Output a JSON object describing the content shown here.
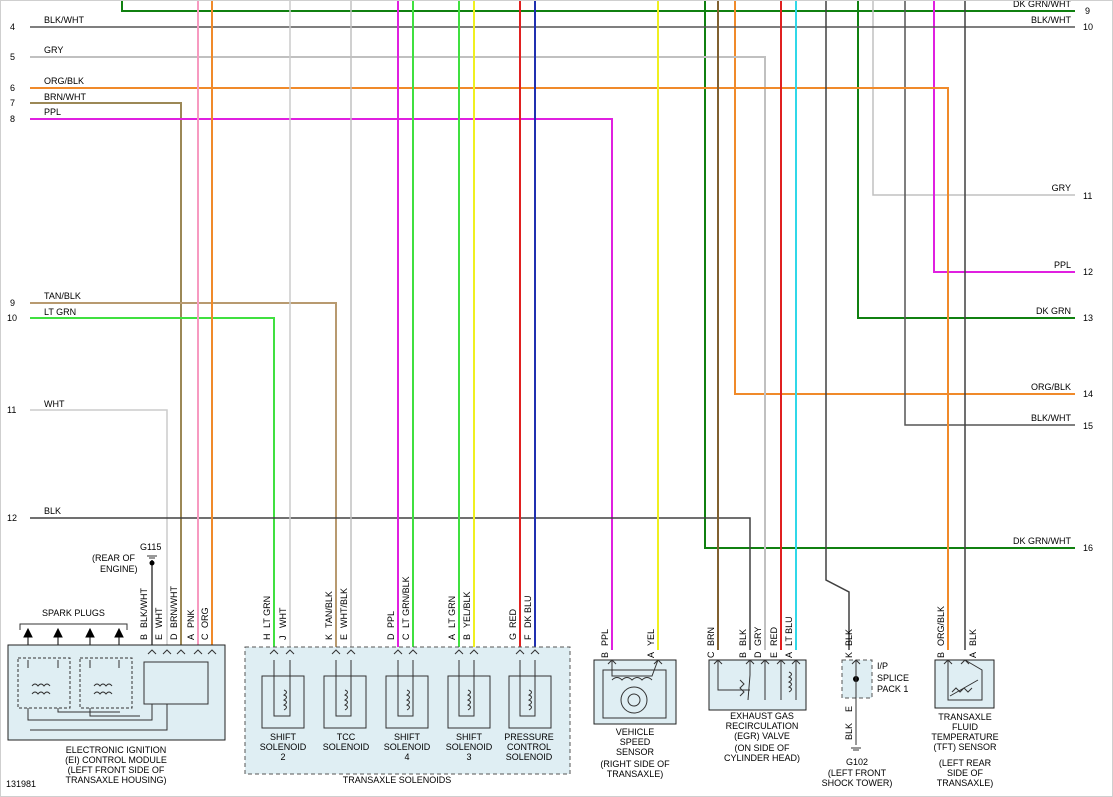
{
  "figure_id": "131981",
  "colors": {
    "BLK/WHT": "#555555",
    "GRY": "#c0c0c0",
    "ORG/BLK": "#f08a2a",
    "BRN/WHT": "#9c8856",
    "PPL": "#e020e0",
    "TAN/BLK": "#b89a70",
    "LT GRN": "#40e040",
    "WHT": "#cccccc",
    "BLK": "#404040",
    "DK GRN/WHT": "#108010",
    "DK GRN": "#108010",
    "PNK": "#f79ac0",
    "ORG": "#f08a2a",
    "YEL": "#f0f020",
    "RED": "#e02020",
    "DK BLU": "#2030b0",
    "BRN": "#806030",
    "LT BLU": "#30d8e8",
    "DK GRN TOP": "#108010"
  },
  "left_rows": [
    {
      "num": "4",
      "label": "BLK/WHT"
    },
    {
      "num": "5",
      "label": "GRY"
    },
    {
      "num": "6",
      "label": "ORG/BLK"
    },
    {
      "num": "7",
      "label": "BRN/WHT"
    },
    {
      "num": "8",
      "label": "PPL"
    },
    {
      "num": "9",
      "label": "TAN/BLK"
    },
    {
      "num": "10",
      "label": "LT GRN"
    },
    {
      "num": "11",
      "label": "WHT"
    },
    {
      "num": "12",
      "label": "BLK"
    }
  ],
  "right_rows": [
    {
      "num": "9",
      "label": "DK GRN/WHT"
    },
    {
      "num": "10",
      "label": "BLK/WHT"
    },
    {
      "num": "11",
      "label": "GRY"
    },
    {
      "num": "12",
      "label": "PPL"
    },
    {
      "num": "13",
      "label": "DK GRN"
    },
    {
      "num": "14",
      "label": "ORG/BLK"
    },
    {
      "num": "15",
      "label": "BLK/WHT"
    },
    {
      "num": "16",
      "label": "DK GRN/WHT"
    }
  ],
  "ground_g115": {
    "name": "G115",
    "loc1": "(REAR OF",
    "loc2": "ENGINE)"
  },
  "spark_plugs": "SPARK PLUGS",
  "ei_pins": [
    {
      "pin": "B",
      "wire": "BLK/WHT"
    },
    {
      "pin": "E",
      "wire": "WHT"
    },
    {
      "pin": "D",
      "wire": "BRN/WHT"
    },
    {
      "pin": "A",
      "wire": "PNK"
    },
    {
      "pin": "C",
      "wire": "ORG"
    }
  ],
  "ei_module": {
    "l1": "ELECTRONIC IGNITION",
    "l2": "(EI) CONTROL MODULE",
    "l3": "(LEFT FRONT SIDE OF",
    "l4": "TRANSAXLE HOUSING)"
  },
  "sol_pins": [
    {
      "pin": "H",
      "wire": "LT GRN"
    },
    {
      "pin": "J",
      "wire": "WHT"
    },
    {
      "pin": "K",
      "wire": "TAN/BLK"
    },
    {
      "pin": "E",
      "wire": "WHT/BLK"
    },
    {
      "pin": "D",
      "wire": "PPL"
    },
    {
      "pin": "C",
      "wire": "LT GRN/BLK"
    },
    {
      "pin": "A",
      "wire": "LT GRN"
    },
    {
      "pin": "B",
      "wire": "YEL/BLK"
    },
    {
      "pin": "G",
      "wire": "RED"
    },
    {
      "pin": "F",
      "wire": "DK BLU"
    }
  ],
  "solenoids": [
    {
      "l1": "SHIFT",
      "l2": "SOLENOID",
      "l3": "2"
    },
    {
      "l1": "TCC",
      "l2": "SOLENOID",
      "l3": ""
    },
    {
      "l1": "SHIFT",
      "l2": "SOLENOID",
      "l3": "4"
    },
    {
      "l1": "SHIFT",
      "l2": "SOLENOID",
      "l3": "3"
    },
    {
      "l1": "PRESSURE",
      "l2": "CONTROL",
      "l3": "SOLENOID"
    }
  ],
  "transaxle_solenoids": "TRANSAXLE SOLENOIDS",
  "vss_pins": [
    {
      "pin": "B",
      "wire": "PPL"
    },
    {
      "pin": "A",
      "wire": "YEL"
    }
  ],
  "vss": {
    "l1": "VEHICLE",
    "l2": "SPEED",
    "l3": "SENSOR",
    "l4": "(RIGHT SIDE OF",
    "l5": "TRANSAXLE)"
  },
  "egr_pins": [
    {
      "pin": "C",
      "wire": "BRN"
    },
    {
      "pin": "B",
      "wire": "BLK"
    },
    {
      "pin": "D",
      "wire": "GRY"
    },
    {
      "pin": "E",
      "wire": "RED"
    },
    {
      "pin": "A",
      "wire": "LT BLU"
    }
  ],
  "egr": {
    "l1": "EXHAUST GAS",
    "l2": "RECIRCULATION",
    "l3": "(EGR) VALVE",
    "l4": "(ON SIDE OF",
    "l5": "CYLINDER HEAD)"
  },
  "splice_pins": [
    {
      "pin": "K",
      "wire": "BLK"
    },
    {
      "pin": "E",
      "wire": "BLK"
    }
  ],
  "splice": {
    "l1": "I/P",
    "l2": "SPLICE",
    "l3": "PACK 1"
  },
  "ground_g102": {
    "name": "G102",
    "l1": "(LEFT FRONT",
    "l2": "SHOCK TOWER)"
  },
  "tft_pins": [
    {
      "pin": "B",
      "wire": "ORG/BLK"
    },
    {
      "pin": "A",
      "wire": "BLK"
    }
  ],
  "tft": {
    "l1": "TRANSAXLE",
    "l2": "FLUID",
    "l3": "TEMPERATURE",
    "l4": "(TFT) SENSOR",
    "l5": "(LEFT REAR",
    "l6": "SIDE OF",
    "l7": "TRANSAXLE)"
  }
}
